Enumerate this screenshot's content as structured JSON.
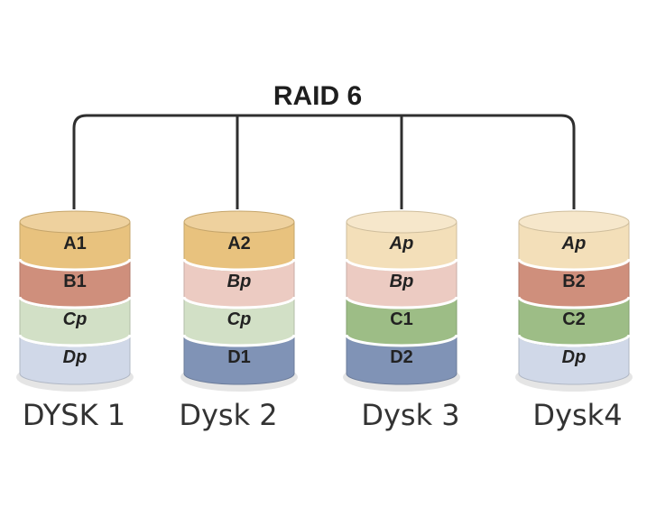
{
  "title": "RAID 6",
  "disks": [
    {
      "name": "DYSK 1",
      "segments": [
        {
          "label": "A1",
          "italic": false,
          "color": "#e8c27e"
        },
        {
          "label": "B1",
          "italic": false,
          "color": "#cf8f7c"
        },
        {
          "label": "Cp",
          "italic": true,
          "color": "#d2e0c6"
        },
        {
          "label": "Dp",
          "italic": true,
          "color": "#d0d8e8"
        }
      ]
    },
    {
      "name": "Dysk 2",
      "segments": [
        {
          "label": "A2",
          "italic": false,
          "color": "#e8c27e"
        },
        {
          "label": "Bp",
          "italic": true,
          "color": "#eccbc2"
        },
        {
          "label": "Cp",
          "italic": true,
          "color": "#d2e0c6"
        },
        {
          "label": "D1",
          "italic": false,
          "color": "#8093b6"
        }
      ]
    },
    {
      "name": "Dysk 3",
      "segments": [
        {
          "label": "Ap",
          "italic": true,
          "color": "#f3dfb9"
        },
        {
          "label": "Bp",
          "italic": true,
          "color": "#eccbc2"
        },
        {
          "label": "C1",
          "italic": false,
          "color": "#9dbd86"
        },
        {
          "label": "D2",
          "italic": false,
          "color": "#8093b6"
        }
      ]
    },
    {
      "name": "Dysk4",
      "segments": [
        {
          "label": "Ap",
          "italic": true,
          "color": "#f3dfb9"
        },
        {
          "label": "B2",
          "italic": false,
          "color": "#cf8f7c"
        },
        {
          "label": "C2",
          "italic": false,
          "color": "#9dbd86"
        },
        {
          "label": "Dp",
          "italic": true,
          "color": "#d0d8e8"
        }
      ]
    }
  ]
}
